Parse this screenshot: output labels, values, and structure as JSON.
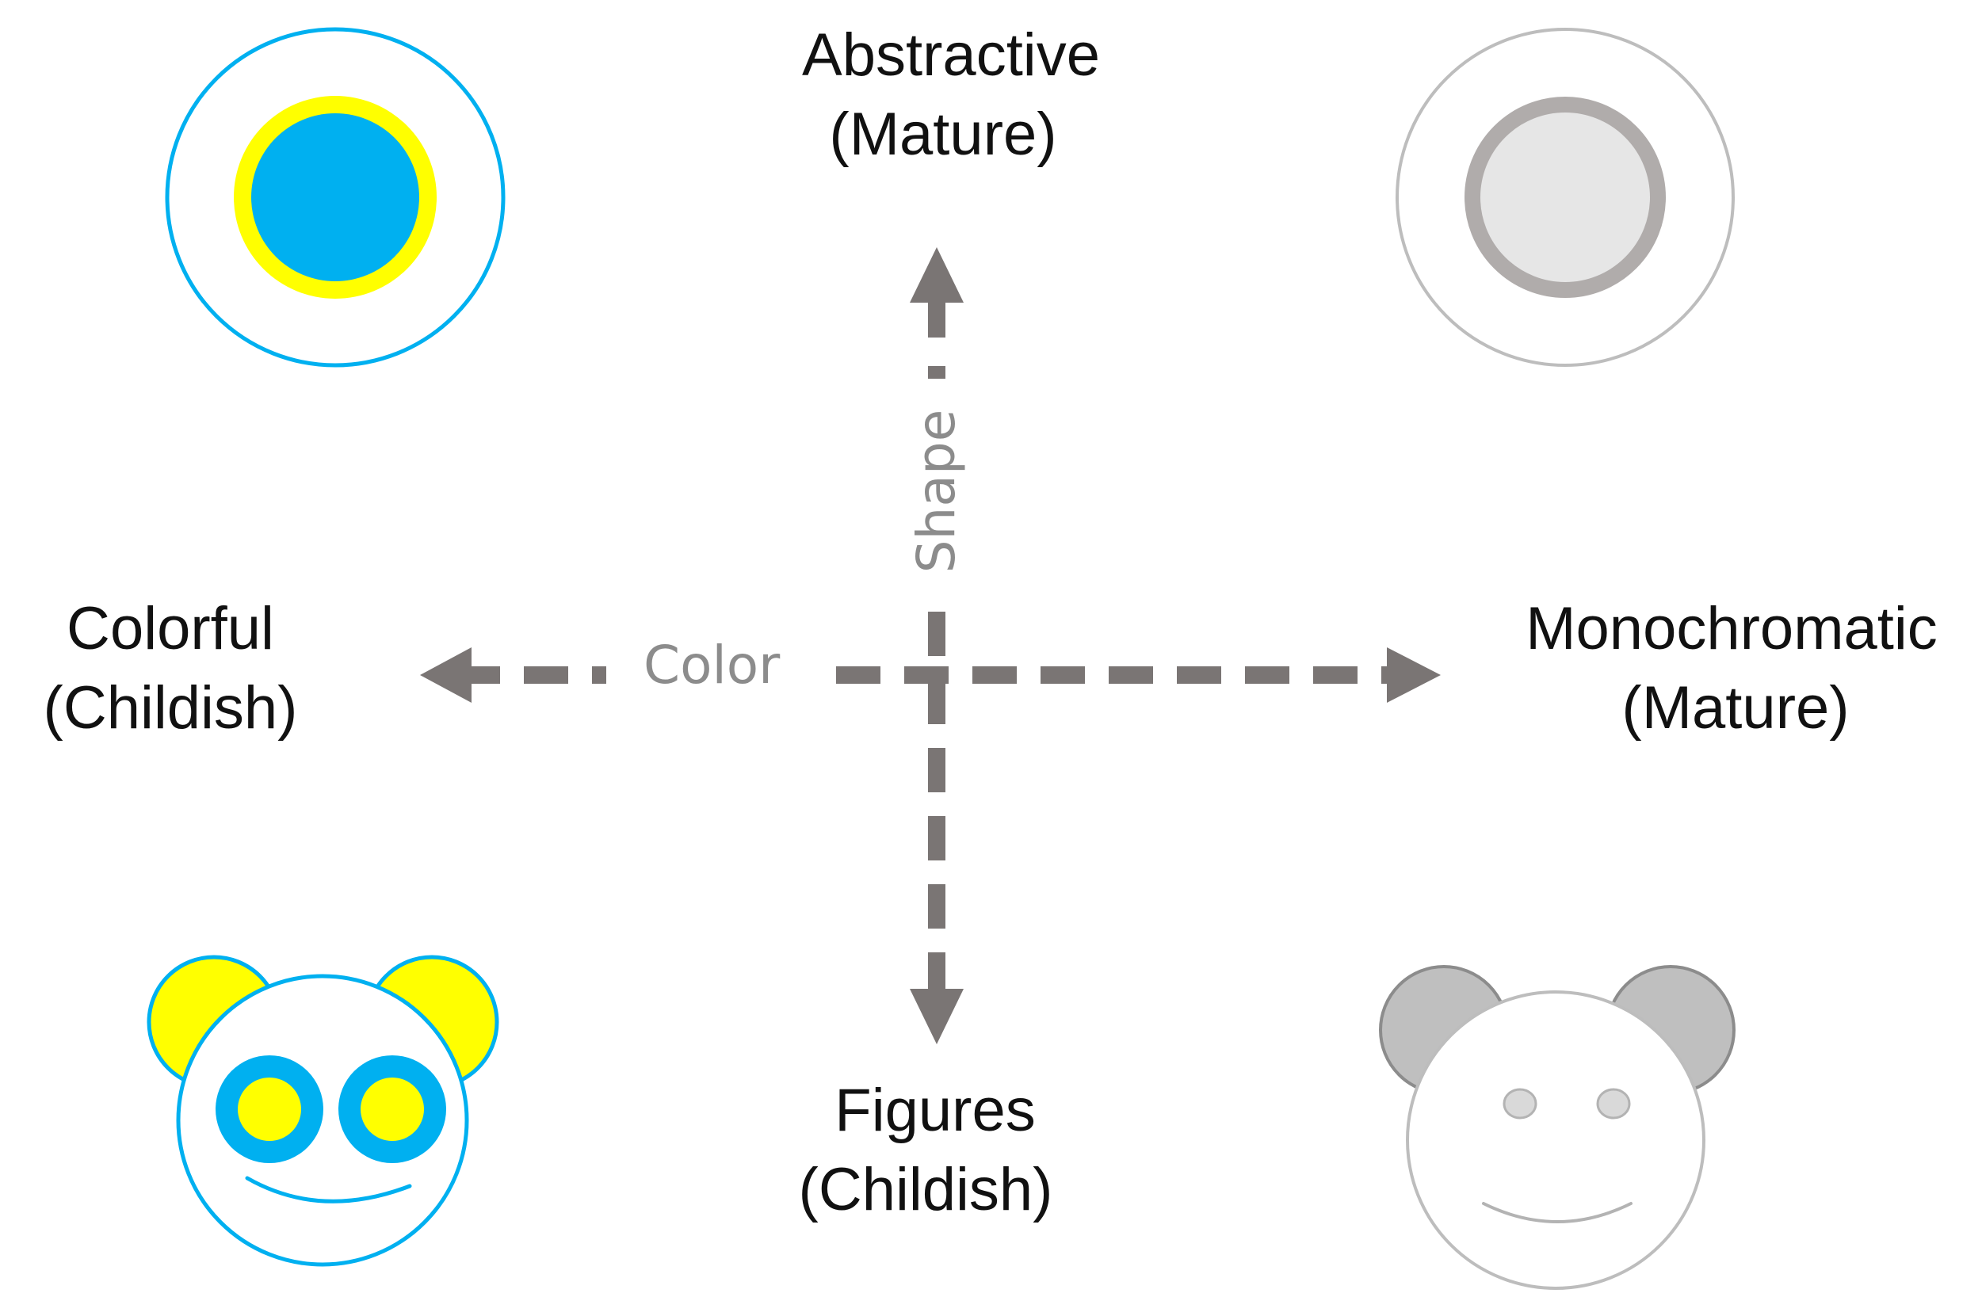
{
  "labels": {
    "top_line1": "Abstractive",
    "top_line2": "(Mature)",
    "bottom_line1": "Figures",
    "bottom_line2": "(Childish)",
    "left_line1": "Colorful",
    "left_line2": "(Childish)",
    "right_line1": "Monochromatic",
    "right_line2": "(Mature)"
  },
  "axes": {
    "horizontal": "Color",
    "vertical": "Shape"
  },
  "colors": {
    "axis": "#7a7574",
    "cyan": "#00b0f0",
    "yellow": "#ffff00",
    "gray_fill": "#bfbfbf",
    "gray_light": "#e6e6e6",
    "gray_ring": "#b0acab",
    "gray_outline": "#a6a6a6"
  },
  "icons": [
    "colorful-abstract-circle-icon",
    "monochrome-abstract-circle-icon",
    "colorful-bear-face-icon",
    "monochrome-bear-face-icon"
  ]
}
